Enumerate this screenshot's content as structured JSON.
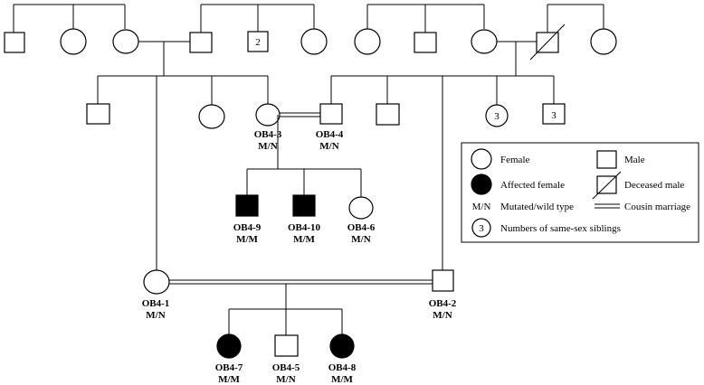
{
  "sibling_counts": {
    "gen1_brother": "2",
    "gen2_sisters": "3",
    "gen2_brothers": "3"
  },
  "individuals": {
    "OB4_3": {
      "id": "OB4-3",
      "genotype": "M/N"
    },
    "OB4_4": {
      "id": "OB4-4",
      "genotype": "M/N"
    },
    "OB4_9": {
      "id": "OB4-9",
      "genotype": "M/M"
    },
    "OB4_10": {
      "id": "OB4-10",
      "genotype": "M/M"
    },
    "OB4_6": {
      "id": "OB4-6",
      "genotype": "M/N"
    },
    "OB4_1": {
      "id": "OB4-1",
      "genotype": "M/N"
    },
    "OB4_2": {
      "id": "OB4-2",
      "genotype": "M/N"
    },
    "OB4_7": {
      "id": "OB4-7",
      "genotype": "M/M"
    },
    "OB4_5": {
      "id": "OB4-5",
      "genotype": "M/N"
    },
    "OB4_8": {
      "id": "OB4-8",
      "genotype": "M/M"
    }
  },
  "legend": {
    "female": "Female",
    "male": "Male",
    "affected_female": "Affected female",
    "deceased_male": "Deceased male",
    "mutated_symbol": "M/N",
    "mutated_label": "Mutated/wild type",
    "cousin_marriage": "Cousin marriage",
    "siblings_number": "3",
    "siblings_label": "Numbers of same-sex siblings"
  }
}
